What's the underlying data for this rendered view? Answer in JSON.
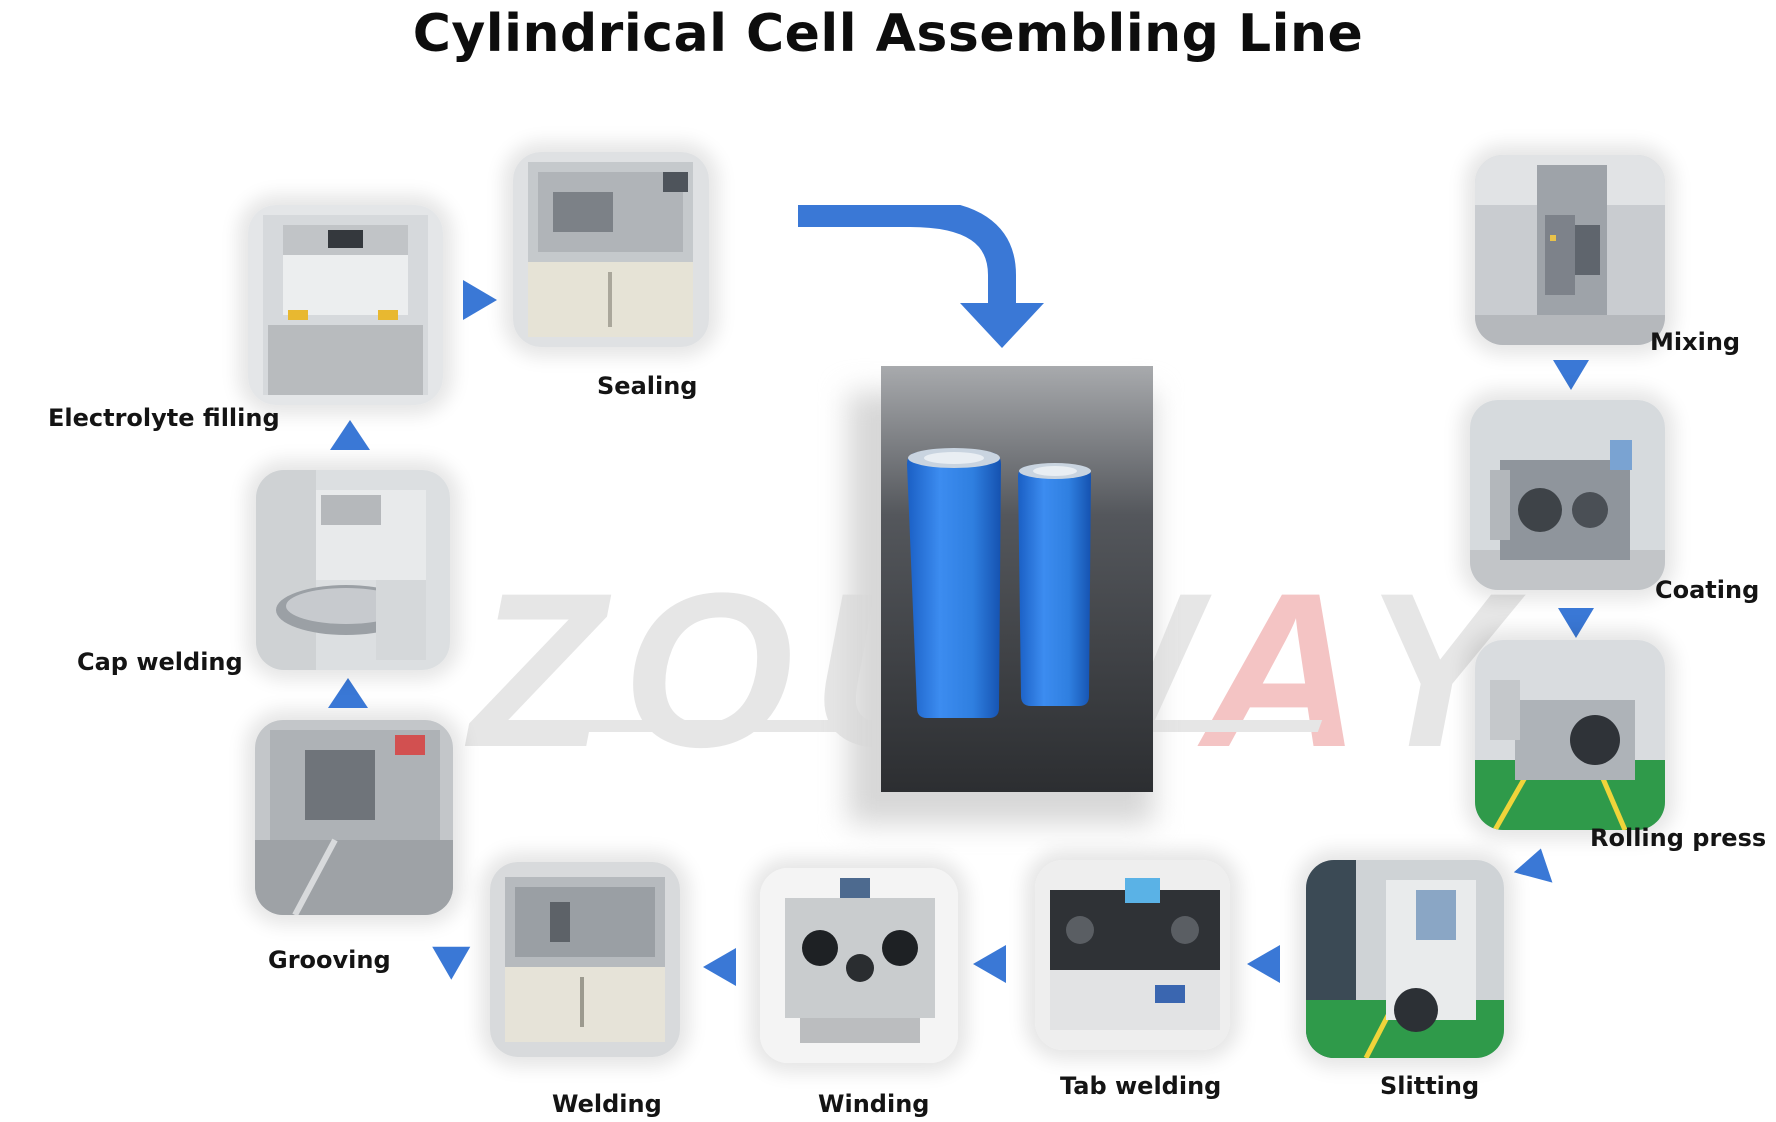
{
  "title": "Cylindrical Cell Assembling Line",
  "watermark": {
    "left": "ZOU",
    "accent": "W",
    "mid": "A",
    "right": "Y"
  },
  "colors": {
    "arrow": "#3a78d6",
    "cell": "#2f7fe0",
    "bg": "#ffffff"
  },
  "steps": {
    "mixing": "Mixing",
    "coating": "Coating",
    "rolling_press": "Rolling press",
    "slitting": "Slitting",
    "tab_welding": "Tab welding",
    "winding": "Winding",
    "welding": "Welding",
    "grooving": "Grooving",
    "cap_welding": "Cap welding",
    "electrolyte_filling": "Electrolyte filling",
    "sealing": "Sealing"
  },
  "product": {
    "icon": "cylindrical-battery-cells-photo"
  }
}
